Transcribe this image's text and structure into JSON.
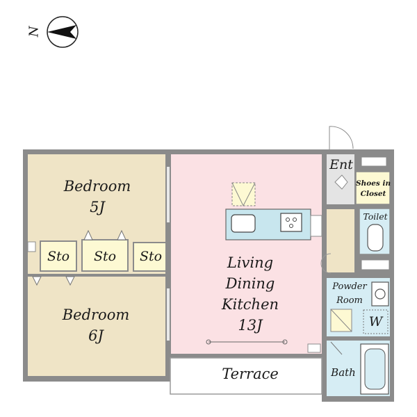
{
  "compass": {
    "label": "N",
    "icon": "north-arrow-icon"
  },
  "rooms": {
    "bedroom_a": {
      "name": "Bedroom",
      "size": "5J"
    },
    "bedroom_b": {
      "name": "Bedroom",
      "size": "6J"
    },
    "ldk": {
      "line1": "Living",
      "line2": "Dining",
      "line3": "Kitchen",
      "size": "13J"
    },
    "storage_1": "Sto",
    "storage_2": "Sto",
    "storage_3": "Sto",
    "entrance": "Ent",
    "shoes_closet": {
      "line1": "Shoes in",
      "line2": "Closet"
    },
    "toilet": "Toilet",
    "powder_room": {
      "line1": "Powder",
      "line2": "Room"
    },
    "washer": "W",
    "bath": "Bath",
    "terrace": "Terrace"
  },
  "colors": {
    "bedroom": "#efe4c6",
    "ldk": "#fbe1e4",
    "storage": "#fdf9d3",
    "kitchen_counter": "#c8e6ee",
    "wet_area": "#d6edf4",
    "wall": "#8b8b8b"
  }
}
